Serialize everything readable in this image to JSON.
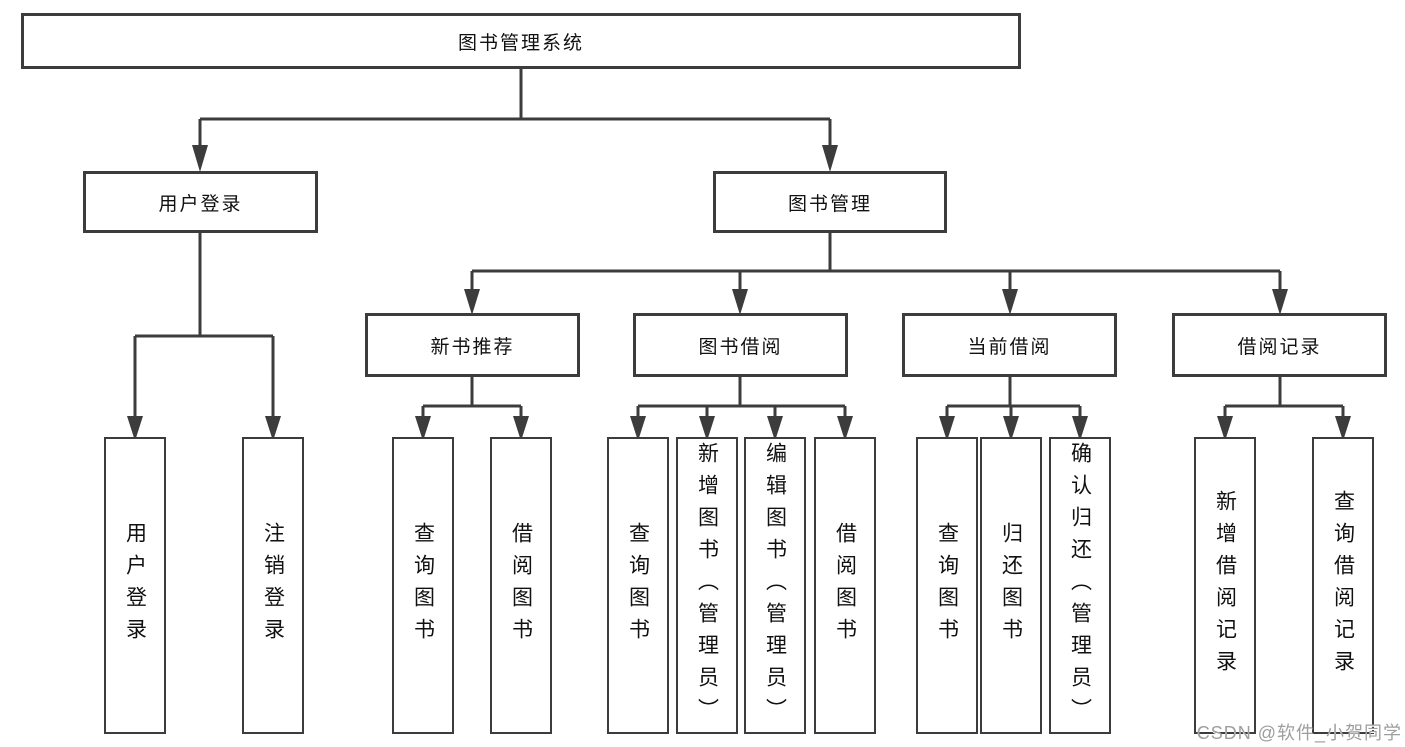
{
  "nodes": {
    "root": "图书管理系统",
    "level2": [
      "用户登录",
      "图书管理"
    ],
    "level3": [
      "新书推荐",
      "图书借阅",
      "当前借阅",
      "借阅记录"
    ],
    "level4": [
      "用户登录",
      "注销登录",
      "查询图书",
      "借阅图书",
      "查询图书",
      "新增图书（管理员）",
      "编辑图书（管理员）",
      "借阅图书",
      "查询图书",
      "归还图书",
      "确认归还（管理员）",
      "新增借阅记录",
      "查询借阅记录"
    ]
  },
  "watermark": {
    "text": "CSDN @软件_小贺同学"
  },
  "colors": {
    "line": "#3c3c3c",
    "box_border": "#3c3c3c",
    "text": "#111111",
    "watermark_text": "#9e9e9e",
    "background": "#ffffff"
  }
}
